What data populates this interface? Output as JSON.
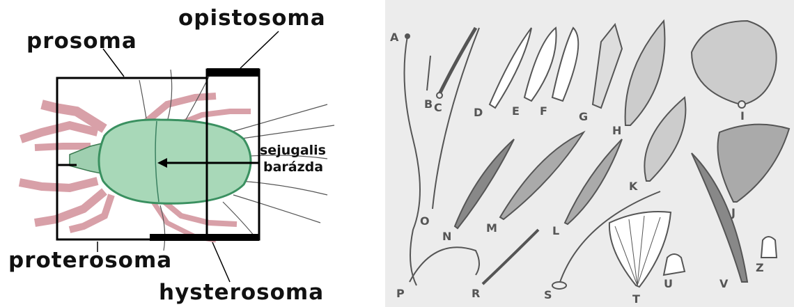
{
  "mite": {
    "labels": {
      "prosoma": "prosoma",
      "opistosoma": "opistosoma",
      "proterosoma": "proterosoma",
      "hysterosoma": "hysterosoma",
      "sejugalis": "sejugalis",
      "barazda": "barázda"
    },
    "colors": {
      "body": "#a8d8b8",
      "body_edge": "#3a9060",
      "legs": "#d8a0a8",
      "frame": "#000000"
    }
  },
  "setae": {
    "letters": [
      "A",
      "B",
      "C",
      "D",
      "E",
      "F",
      "G",
      "H",
      "I",
      "J",
      "K",
      "L",
      "M",
      "N",
      "O",
      "P",
      "R",
      "S",
      "T",
      "U",
      "V",
      "Z"
    ]
  }
}
